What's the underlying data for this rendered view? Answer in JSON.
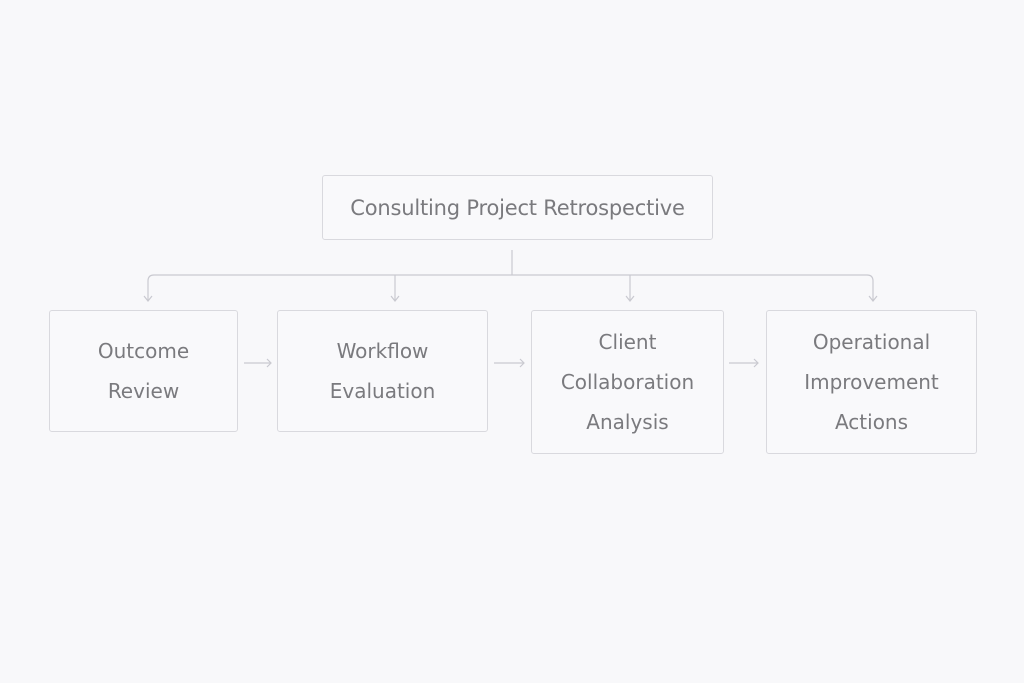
{
  "diagram": {
    "type": "hierarchy-flow",
    "root": {
      "label": "Consulting Project Retrospective"
    },
    "children": [
      {
        "lines": [
          "Outcome",
          "Review"
        ]
      },
      {
        "lines": [
          "Workflow",
          "Evaluation"
        ]
      },
      {
        "lines": [
          "Client",
          "Collaboration",
          "Analysis"
        ]
      },
      {
        "lines": [
          "Operational",
          "Improvement",
          "Actions"
        ]
      }
    ],
    "edges": [
      {
        "from": "root",
        "to": "Outcome Review"
      },
      {
        "from": "root",
        "to": "Workflow Evaluation"
      },
      {
        "from": "root",
        "to": "Client Collaboration Analysis"
      },
      {
        "from": "root",
        "to": "Operational Improvement Actions"
      },
      {
        "from": "Outcome Review",
        "to": "Workflow Evaluation"
      },
      {
        "from": "Workflow Evaluation",
        "to": "Client Collaboration Analysis"
      },
      {
        "from": "Client Collaboration Analysis",
        "to": "Operational Improvement Actions"
      }
    ],
    "colors": {
      "background": "#f8f8fa",
      "border": "#d9d9de",
      "text": "#7a7a7e",
      "connector": "#c9c9d0"
    }
  }
}
